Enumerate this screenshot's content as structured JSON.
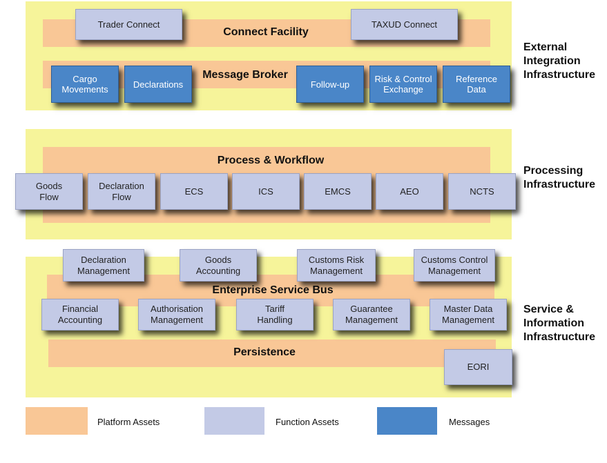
{
  "layers": {
    "external": {
      "label": "External\nIntegration\nInfrastructure",
      "connect_facility": "Connect Facility",
      "message_broker": "Message Broker",
      "function_assets": [
        "Trader Connect",
        "TAXUD Connect"
      ],
      "messages": [
        "Cargo\nMovements",
        "Declarations",
        "Follow-up",
        "Risk & Control\nExchange",
        "Reference\nData"
      ]
    },
    "processing": {
      "label": "Processing\nInfrastructure",
      "platform": "Process & Workflow",
      "function_assets": [
        "Goods\nFlow",
        "Declaration\nFlow",
        "ECS",
        "ICS",
        "EMCS",
        "AEO",
        "NCTS"
      ]
    },
    "service": {
      "label": "Service &\nInformation\nInfrastructure",
      "esb": "Enterprise Service Bus",
      "persistence": "Persistence",
      "top_assets": [
        "Declaration\nManagement",
        "Goods\nAccounting",
        "Customs Risk\nManagement",
        "Customs Control\nManagement"
      ],
      "bottom_assets": [
        "Financial\nAccounting",
        "Authorisation\nManagement",
        "Tariff\nHandling",
        "Guarantee\nManagement",
        "Master Data\nManagement"
      ],
      "eori": "EORI"
    }
  },
  "legend": {
    "platform": "Platform Assets",
    "function": "Function Assets",
    "messages": "Messages"
  },
  "colors": {
    "layer": "#f6f49a",
    "platform": "#f9c796",
    "function": "#c3cae6",
    "message": "#4a86c8"
  }
}
